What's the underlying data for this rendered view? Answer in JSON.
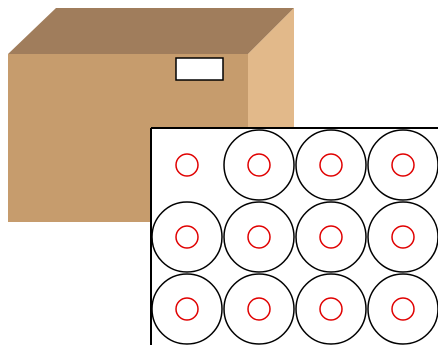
{
  "colors": {
    "background": "#ffffff",
    "box_front": "#c69c6d",
    "box_top": "#a07d5c",
    "box_side": "#e2b98a",
    "box_shadow_edge": "#b58b5f",
    "label": "#ffffff",
    "label_border": "#000000",
    "tray_border": "#000000",
    "roll_outer": "#000000",
    "roll_core": "#e00000"
  },
  "tray": {
    "columns": 4,
    "rows": 3,
    "slots": [
      [
        "empty",
        "roll",
        "roll",
        "roll"
      ],
      [
        "roll",
        "roll",
        "roll",
        "roll"
      ],
      [
        "roll",
        "roll",
        "roll",
        "roll"
      ]
    ]
  }
}
